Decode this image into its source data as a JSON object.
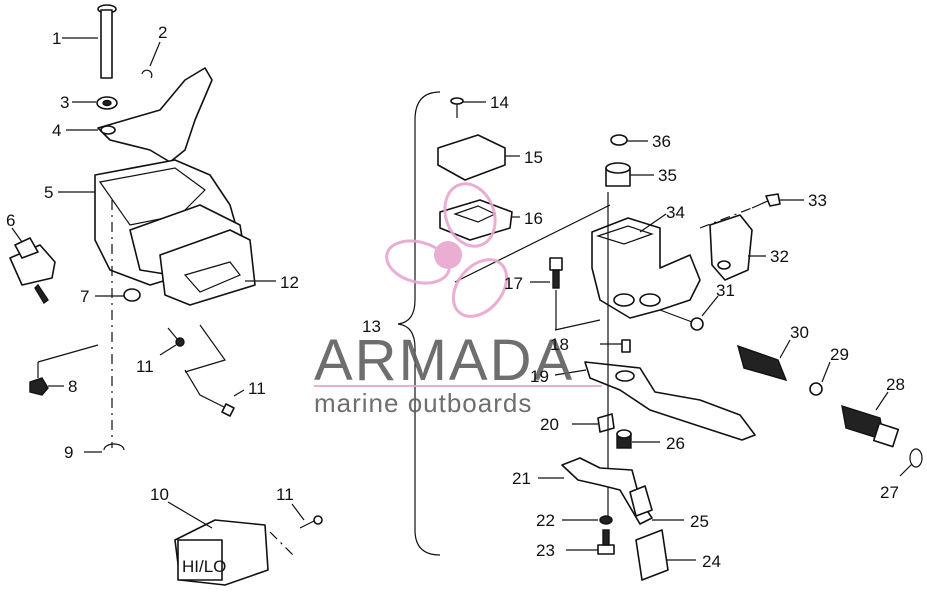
{
  "labels": {
    "n1": "1",
    "n2": "2",
    "n3": "3",
    "n4": "4",
    "n5": "5",
    "n6": "6",
    "n7": "7",
    "n8": "8",
    "n9": "9",
    "n10": "10",
    "n11a": "11",
    "n11b": "11",
    "n11c": "11",
    "n12": "12",
    "n13": "13",
    "n14": "14",
    "n15": "15",
    "n16": "16",
    "n17": "17",
    "n18": "18",
    "n19": "19",
    "n20": "20",
    "n21": "21",
    "n22": "22",
    "n23": "23",
    "n24": "24",
    "n25": "25",
    "n26": "26",
    "n27": "27",
    "n28": "28",
    "n29": "29",
    "n30": "30",
    "n31": "31",
    "n32": "32",
    "n33": "33",
    "n34": "34",
    "n35": "35",
    "n36": "36"
  },
  "switch_label": "HI/LO",
  "watermark": {
    "brand": "ARMADA",
    "tagline": "marine outboards",
    "accent_color": "#e8a6cf",
    "text_color": "#5f5f5f"
  }
}
